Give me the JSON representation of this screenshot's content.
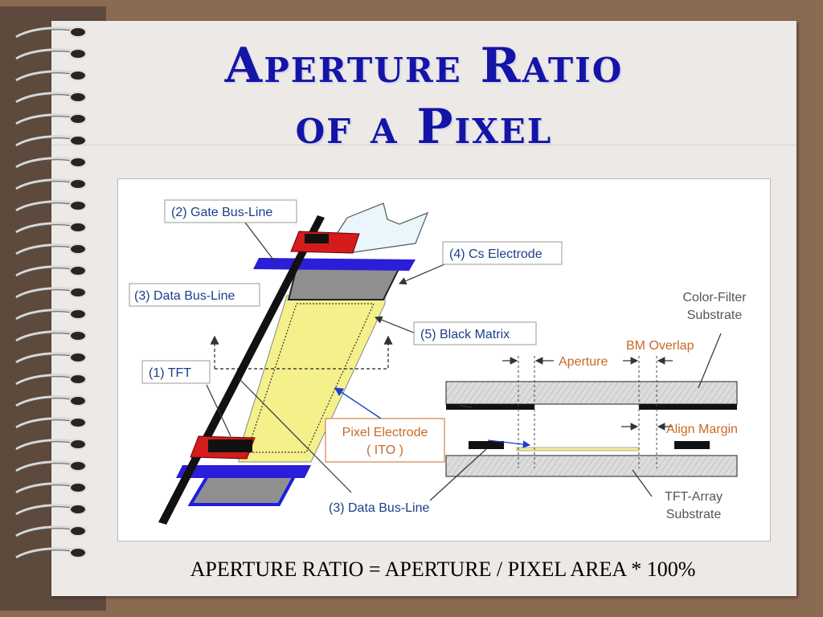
{
  "slide": {
    "title_line1": "Aperture Ratio",
    "title_line2": "of a Pixel",
    "caption": "APERTURE RATIO = APERTURE / PIXEL AREA * 100%"
  },
  "diagram": {
    "labels": {
      "gate_bus_line": "(2) Gate Bus-Line",
      "data_bus_line_top": "(3) Data Bus-Line",
      "cs_electrode": "(4) Cs Electrode",
      "black_matrix": "(5) Black Matrix",
      "tft": "(1) TFT",
      "pixel_electrode_1": "Pixel Electrode",
      "pixel_electrode_2": "( ITO )",
      "data_bus_line_bottom": "(3) Data Bus-Line",
      "color_filter_1": "Color-Filter",
      "color_filter_2": "Substrate",
      "aperture": "Aperture",
      "bm_overlap": "BM Overlap",
      "align_margin": "Align Margin",
      "tft_array_1": "TFT-Array",
      "tft_array_2": "Substrate"
    }
  },
  "colors": {
    "title": "#1414a8",
    "label_blue": "#1a3f8a",
    "label_orange": "#c86a28",
    "label_gray": "#555555",
    "pixel_yellow": "#f4f08c",
    "bus_blue": "#2a1ed8",
    "bus_red": "#d41c1c"
  }
}
